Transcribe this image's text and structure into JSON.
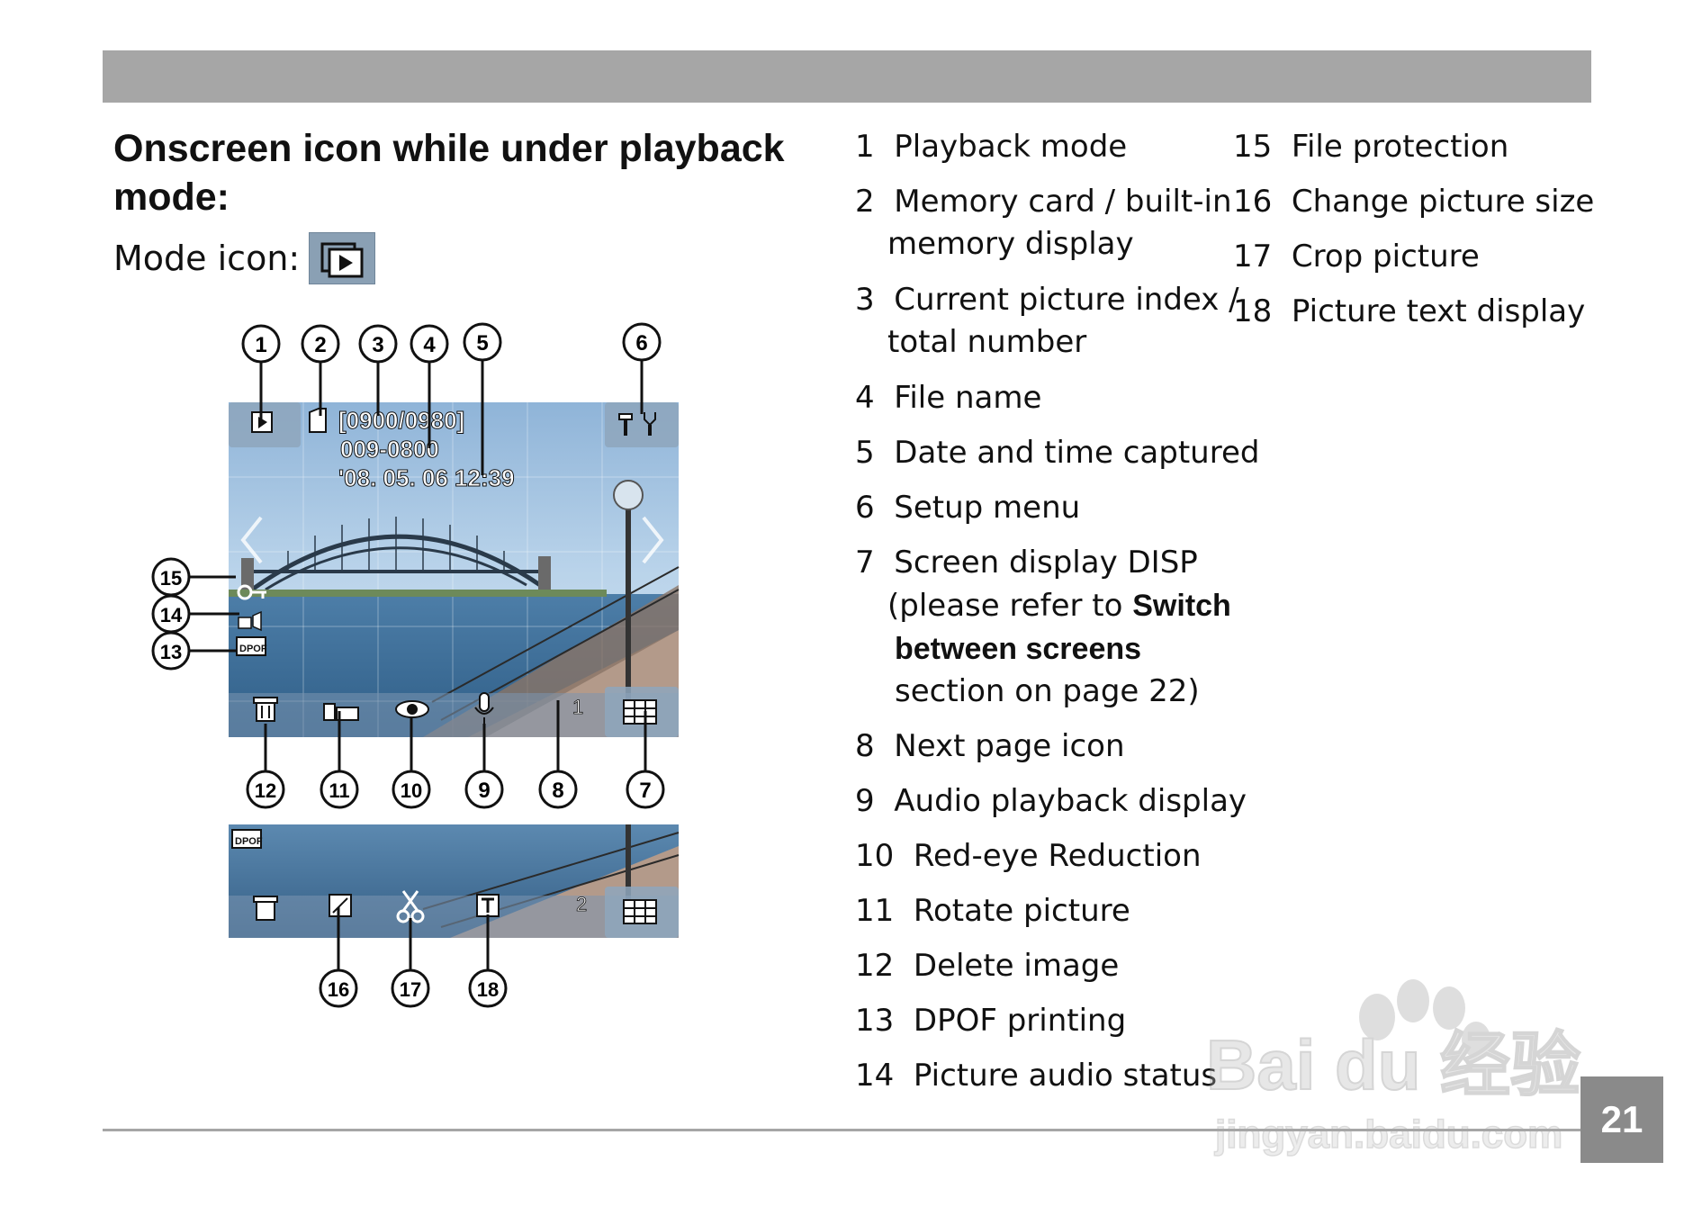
{
  "page": {
    "title": "Onscreen icon while under playback mode:",
    "mode_icon_label": "Mode icon:",
    "page_number": "21"
  },
  "diagram": {
    "lcd_index_text": "[0900/0980]",
    "lcd_filename_text": "009-0800",
    "lcd_datetime_text": "'08. 05. 06  12:39",
    "lcd_page_1": "1",
    "lcd_page_2": "2",
    "lcd_dpof_text": "DPOF",
    "callouts": [
      "1",
      "2",
      "3",
      "4",
      "5",
      "6",
      "7",
      "8",
      "9",
      "10",
      "11",
      "12",
      "13",
      "14",
      "15",
      "16",
      "17",
      "18"
    ]
  },
  "legend": {
    "items": [
      {
        "num": "1",
        "text": "Playback mode"
      },
      {
        "num": "2",
        "text": "Memory card / built-in",
        "cont": "memory display"
      },
      {
        "num": "3",
        "text": "Current picture index /",
        "cont": "total number"
      },
      {
        "num": "4",
        "text": "File name"
      },
      {
        "num": "5",
        "text": "Date and time captured"
      },
      {
        "num": "6",
        "text": "Setup menu"
      },
      {
        "num": "7",
        "text": "Screen display DISP",
        "cont_a": "(please refer to ",
        "cont_bold_a": "Switch",
        "cont_bold_b": "between screens",
        "cont_c": "section on page 22)"
      },
      {
        "num": "8",
        "text": "Next page icon"
      },
      {
        "num": "9",
        "text": "Audio playback display"
      },
      {
        "num": "10",
        "text": "Red-eye Reduction"
      },
      {
        "num": "11",
        "text": "Rotate picture"
      },
      {
        "num": "12",
        "text": "Delete image"
      },
      {
        "num": "13",
        "text": "DPOF printing"
      },
      {
        "num": "14",
        "text": "Picture audio status"
      },
      {
        "num": "15",
        "text": "File protection"
      },
      {
        "num": "16",
        "text": "Change picture size"
      },
      {
        "num": "17",
        "text": "Crop picture"
      },
      {
        "num": "18",
        "text": "Picture text display"
      }
    ]
  },
  "watermark": {
    "brand": "Bai du 经验",
    "url": "jingyan.baidu.com"
  }
}
